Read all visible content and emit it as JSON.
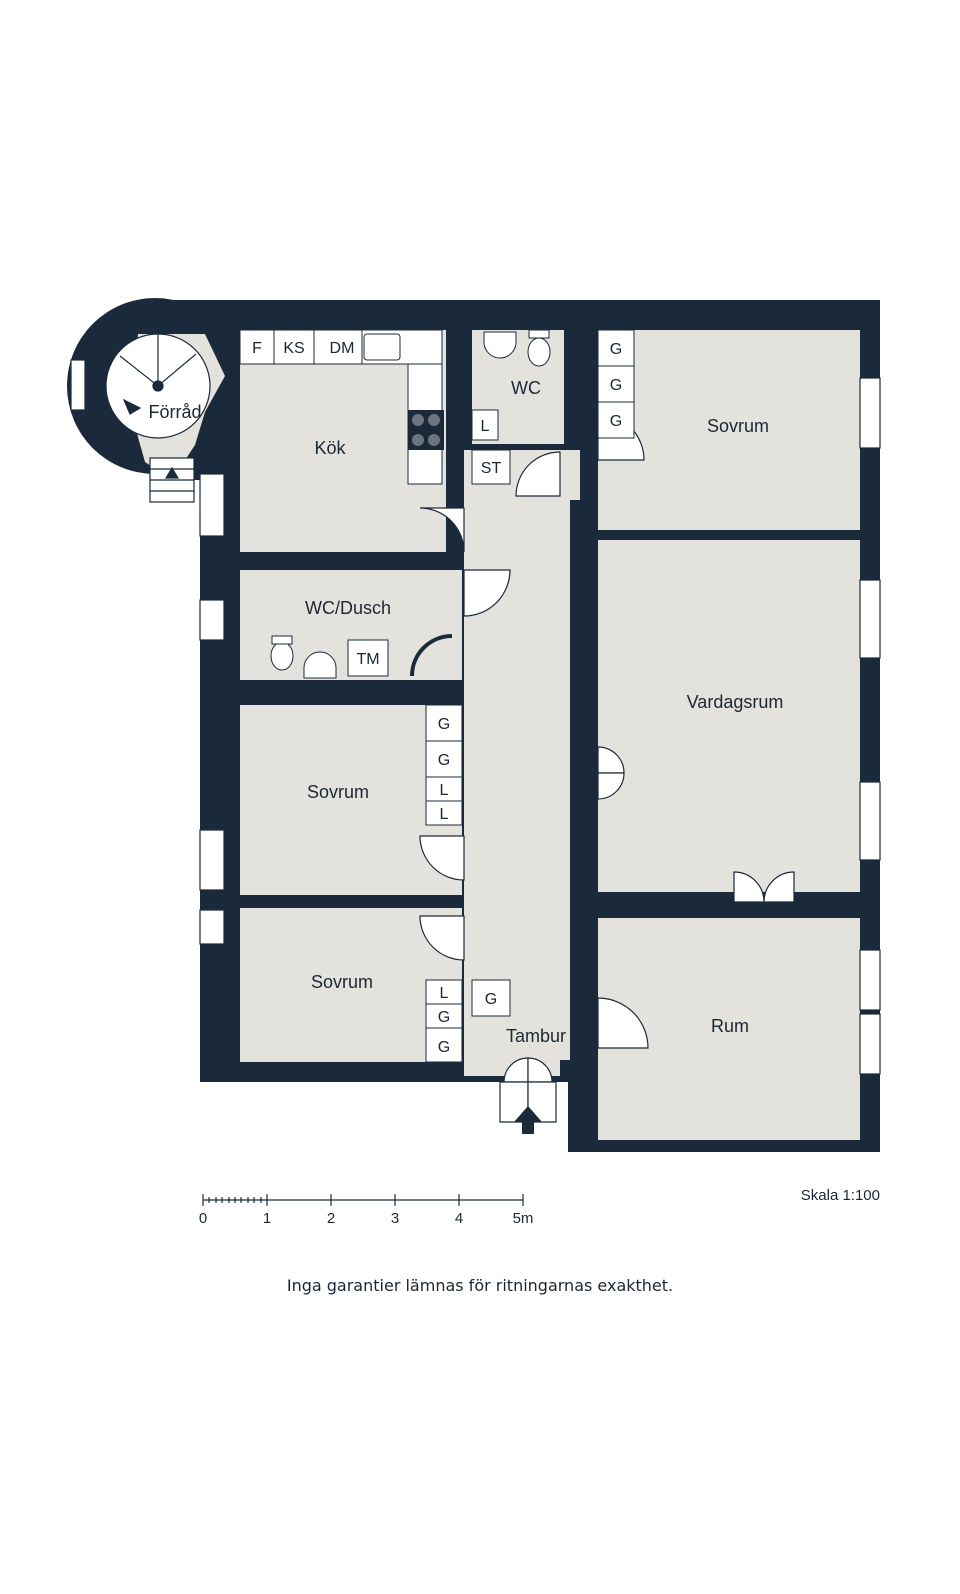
{
  "rooms": {
    "forrad": "Förråd",
    "kok": "Kök",
    "wc": "WC",
    "sovrum_ne": "Sovrum",
    "wc_dusch": "WC/Dusch",
    "vardagsrum": "Vardagsrum",
    "sovrum_mid": "Sovrum",
    "sovrum_sw": "Sovrum",
    "tambur": "Tambur",
    "rum": "Rum"
  },
  "fixtures": {
    "f": "F",
    "ks": "KS",
    "dm": "DM",
    "l": "L",
    "st": "ST",
    "tm": "TM",
    "g": "G"
  },
  "scale": {
    "ticks": [
      "0",
      "1",
      "2",
      "3",
      "4",
      "5m"
    ],
    "label": "Skala 1:100"
  },
  "disclaimer": "Inga garantier lämnas för ritningarnas exakthet.",
  "colors": {
    "wall": "#1b2a3a",
    "floor": "#e4e2dc"
  }
}
